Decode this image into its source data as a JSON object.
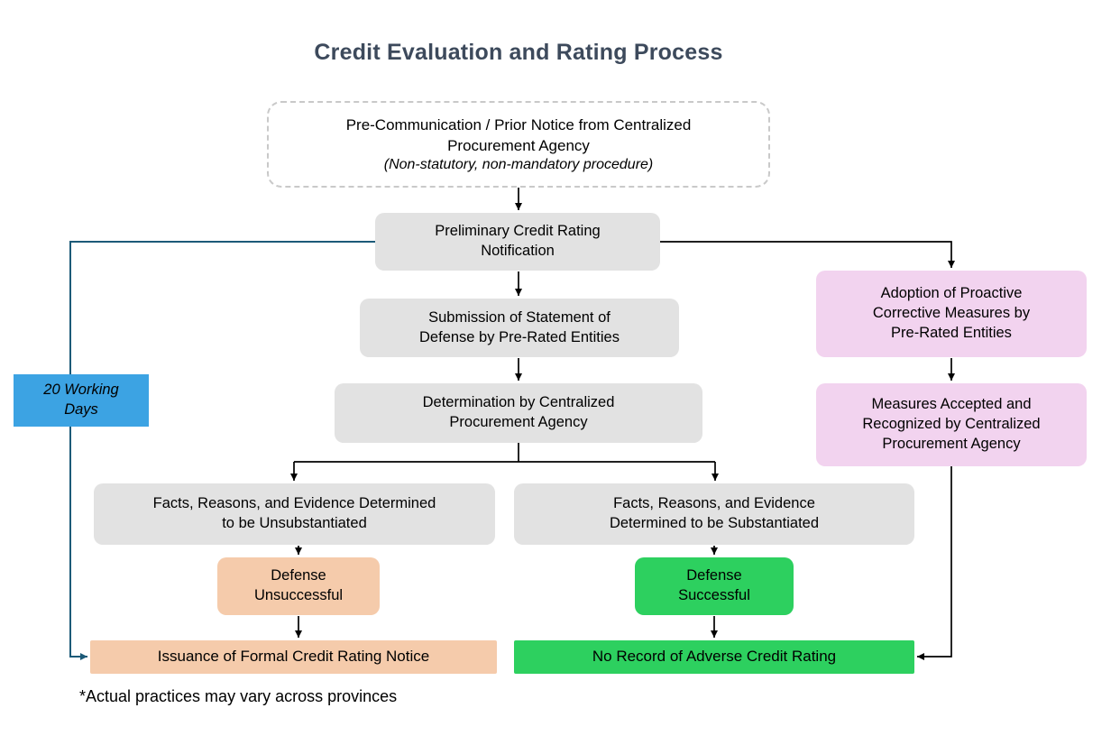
{
  "title": "Credit Evaluation and Rating Process",
  "footnote": "*Actual practices may vary across provinces",
  "colors": {
    "gray": "#e2e2e2",
    "pink": "#f2d3ef",
    "peach": "#f5cbab",
    "green": "#2dd05f",
    "blue": "#3ca3e3",
    "blue_line": "#1c5a78",
    "arrow": "#000000",
    "title_text": "#3d4a5c"
  },
  "nodes": {
    "pre_communication": {
      "text": "Pre-Communication / Prior Notice from Centralized\nProcurement Agency",
      "note": "(Non-statutory, non-mandatory procedure)"
    },
    "preliminary": "Preliminary Credit Rating\nNotification",
    "submission": "Submission of Statement of\nDefense by Pre-Rated Entities",
    "determination": "Determination by Centralized\nProcurement Agency",
    "unsubstantiated": "Facts, Reasons, and Evidence Determined\nto be Unsubstantiated",
    "substantiated": "Facts, Reasons, and Evidence\nDetermined to be Substantiated",
    "defense_unsuccessful": "Defense\nUnsuccessful",
    "defense_successful": "Defense\nSuccessful",
    "issuance": "Issuance of Formal Credit Rating Notice",
    "no_record": "No Record of Adverse Credit Rating",
    "adoption": "Adoption of Proactive\nCorrective Measures by\nPre-Rated Entities",
    "measures_accepted": "Measures Accepted and\nRecognized by Centralized\nProcurement Agency",
    "working_days": "20 Working\nDays"
  }
}
